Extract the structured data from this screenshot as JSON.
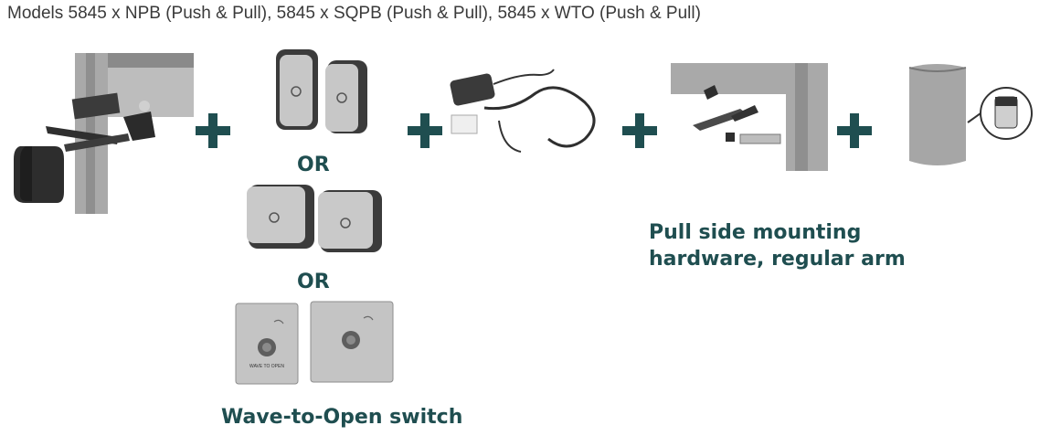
{
  "title": "Models 5845 x NPB (Push & Pull), 5845 x SQPB (Push & Pull), 5845 x WTO (Push & Pull)",
  "or_label_1": "OR",
  "or_label_2": "OR",
  "wave_caption": "Wave-to-Open switch",
  "pull_caption": "Pull side mounting hardware, regular arm",
  "wave_plate_text": "WAVE TO OPEN",
  "colors": {
    "accent": "#1f4e50",
    "title_text": "#3a3a3a",
    "frame_gray": "#9c9c9c",
    "dark_gray": "#3b3b3b"
  },
  "icons": [
    "plus-icon",
    "wheelchair-icon",
    "hand-wave-icon"
  ]
}
